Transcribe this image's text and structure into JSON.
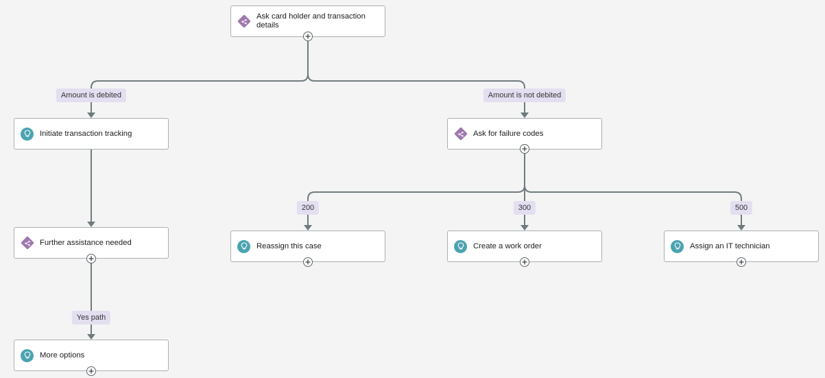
{
  "colors": {
    "background": "#f4f4f4",
    "connector": "#6f7b7d",
    "node_border": "#a9aeb0",
    "task_icon": "#4ba3b1",
    "decision_icon": "#9f78ae",
    "edge_label_bg": "#e3dff0"
  },
  "nodes": {
    "ask_details": {
      "label": "Ask card holder and transaction details",
      "icon": "decision-icon"
    },
    "initiate_tracking": {
      "label": "Initiate transaction tracking",
      "icon": "lightbulb-icon"
    },
    "ask_failure_codes": {
      "label": "Ask for failure codes",
      "icon": "decision-icon"
    },
    "further_assistance": {
      "label": "Further assistance needed",
      "icon": "decision-icon"
    },
    "reassign_case": {
      "label": "Reassign this case",
      "icon": "lightbulb-icon"
    },
    "create_work_order": {
      "label": "Create a work order",
      "icon": "lightbulb-icon"
    },
    "assign_technician": {
      "label": "Assign an IT technician",
      "icon": "lightbulb-icon"
    },
    "more_options": {
      "label": "More options",
      "icon": "lightbulb-icon"
    }
  },
  "edge_labels": {
    "debited": "Amount is debited",
    "not_debited": "Amount is not debited",
    "code_200": "200",
    "code_300": "300",
    "code_500": "500",
    "yes_path": "Yes path"
  }
}
